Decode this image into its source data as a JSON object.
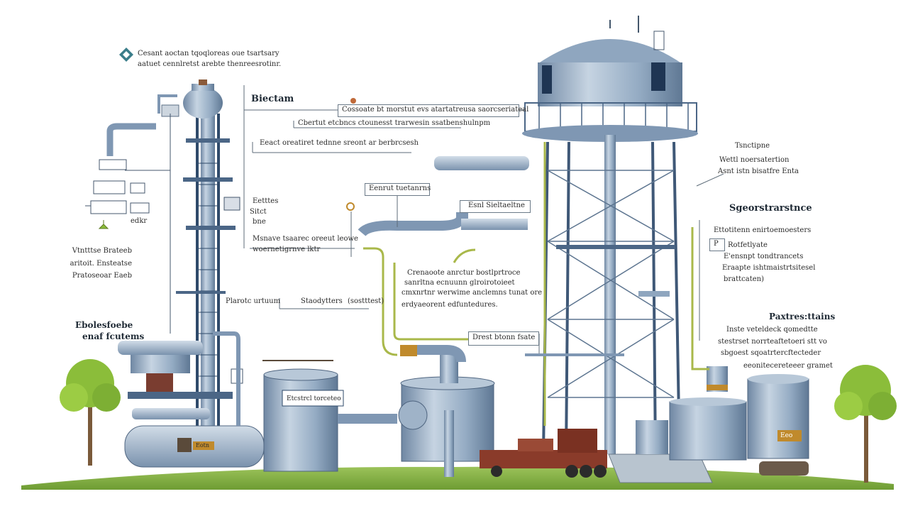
{
  "header": {
    "line1": "Cesant aoctan tqoqloreas oue tsartsary",
    "line2": "aatuet cennlretst arebte thenreesrotinr."
  },
  "labels": {
    "stack_title": "Biectam",
    "callout_top_1": "Cossoate bt morstut evs atartatreusa saorcseriateal",
    "callout_top_2": "Cbertut etcbncs ctounesst trarwesin ssatbenshulnpm",
    "callout_top_3": "Eeact oreatiret tednne sreont ar berbrcsesh",
    "left_block": [
      "Vtntttse Brateeb",
      "aritoit. Ensteatse",
      "Pratoseoar Eaeb"
    ],
    "left_mid": [
      "Eetttes",
      "Sitct",
      "bne"
    ],
    "left_small": "edkr",
    "mid_box_1": "Eenrut tuetanrns",
    "mid_box_2": "Esnl Sieltaeltne",
    "mid_text": [
      "Msnave tsaarec oreeut leowe",
      "woernetigrnve lktr"
    ],
    "center_callout": [
      "Crenaoote anrctur bostlprtroce",
      "sanrltna ecnuunn glroirotoieet",
      "cmxnrtnr werwime anclemns tunat ore",
      "erdyaeorent edfuntedures."
    ],
    "bottom_left_1": "Plarotc urtuum",
    "bottom_left_2": "Staodytters",
    "bottom_left_3": "(sostttest)",
    "bottom_left_head": [
      "Ebolesfoebe",
      "enaf fcutems"
    ],
    "bottom_center": "Drest btonn fsate",
    "right_top": [
      "Tsnctipne",
      "Wettl noersatertion",
      "Asnt istn bisatfre Enta"
    ],
    "right_mid_title": "Sgeorstrarstnce",
    "right_mid": [
      "Ettotitenn enirtoemoesters",
      "Rotfetlyate",
      "E'ensnpt tondtrancets",
      "Eraapte ishtmaistrtsitesel",
      "brattcaten)"
    ],
    "right_low_title": "Paxtres:ttains",
    "right_low": [
      "Inste veteldeck qomedtte",
      "stestrset norrteaftetoeri stt vo",
      "sbgoest sqoatrtercftecteder",
      "eeonitecereteeer gramet"
    ],
    "tank_plate": "Etcstrcl torceteo",
    "tank_badge": "Eeo",
    "drum_plate": "Eotn",
    "box_p": "P"
  },
  "colors": {
    "steel": "#8fa6bf",
    "steel_dark": "#5d7590",
    "steel_light": "#c4d2e0",
    "pipe": "#7f97b3",
    "wire_green": "#a9b84a",
    "grass": "#7fae3e",
    "rust": "#8a3b2a",
    "tree": "#8bbd3a"
  },
  "icons": [
    "diamond-logo-icon",
    "valve-icon",
    "gauge-icon",
    "tree-icon",
    "locomotive-icon"
  ]
}
